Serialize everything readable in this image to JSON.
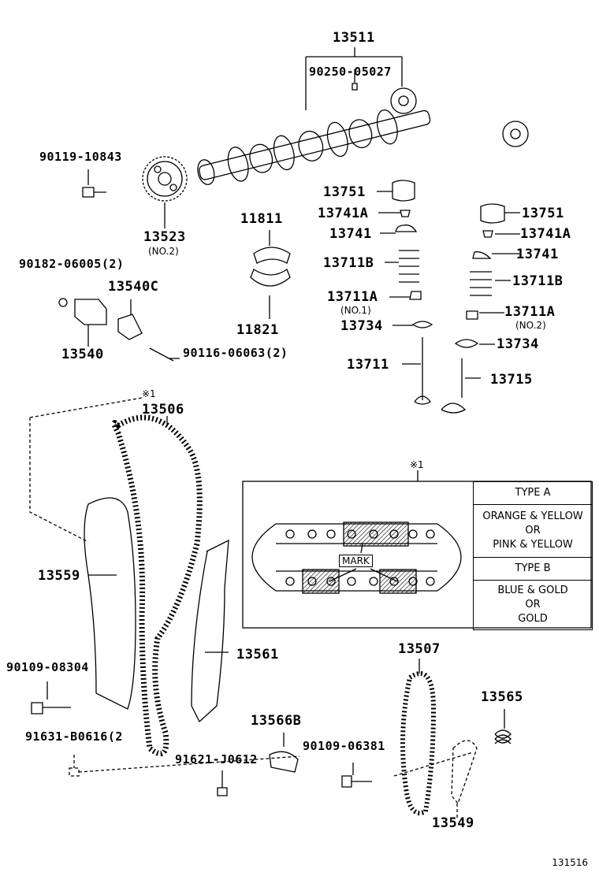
{
  "labels": {
    "p13511": "13511",
    "p90250": "90250-05027",
    "p90119": "90119-10843",
    "p13523": "13523",
    "p13523_sub": "(NO.2)",
    "p13751a": "13751",
    "p13741a_a": "13741A",
    "p13741_a": "13741",
    "p13711b_a": "13711B",
    "p13711a_a": "13711A",
    "p13711a_a_sub": "(NO.1)",
    "p13734_a": "13734",
    "p13711": "13711",
    "p13751b": "13751",
    "p13741a_b": "13741A",
    "p13741_b": "13741",
    "p13711b_b": "13711B",
    "p13711a_b": "13711A",
    "p13711a_b_sub": "(NO.2)",
    "p13734_b": "13734",
    "p13715": "13715",
    "p11811": "11811",
    "p11821": "11821",
    "p90182": "90182-06005(2)",
    "p13540c": "13540C",
    "p13540": "13540",
    "p90116": "90116-06063(2)",
    "p13506_note": "※1",
    "p13506": "13506",
    "p13559": "13559",
    "p13561": "13561",
    "p90109a": "90109-08304",
    "p91631": "91631-B0616(2",
    "p91621": "91621-J0612",
    "p13566b": "13566B",
    "p90109b": "90109-06381",
    "p13507": "13507",
    "p13565": "13565",
    "p13549": "13549"
  },
  "detail": {
    "note": "※1",
    "mark": "MARK",
    "table": [
      [
        "TYPE A"
      ],
      [
        "ORANGE & YELLOW",
        "OR",
        "PINK & YELLOW"
      ],
      [
        "TYPE B"
      ],
      [
        "BLUE & GOLD",
        "OR",
        "GOLD"
      ]
    ]
  },
  "figure_number": "131516"
}
